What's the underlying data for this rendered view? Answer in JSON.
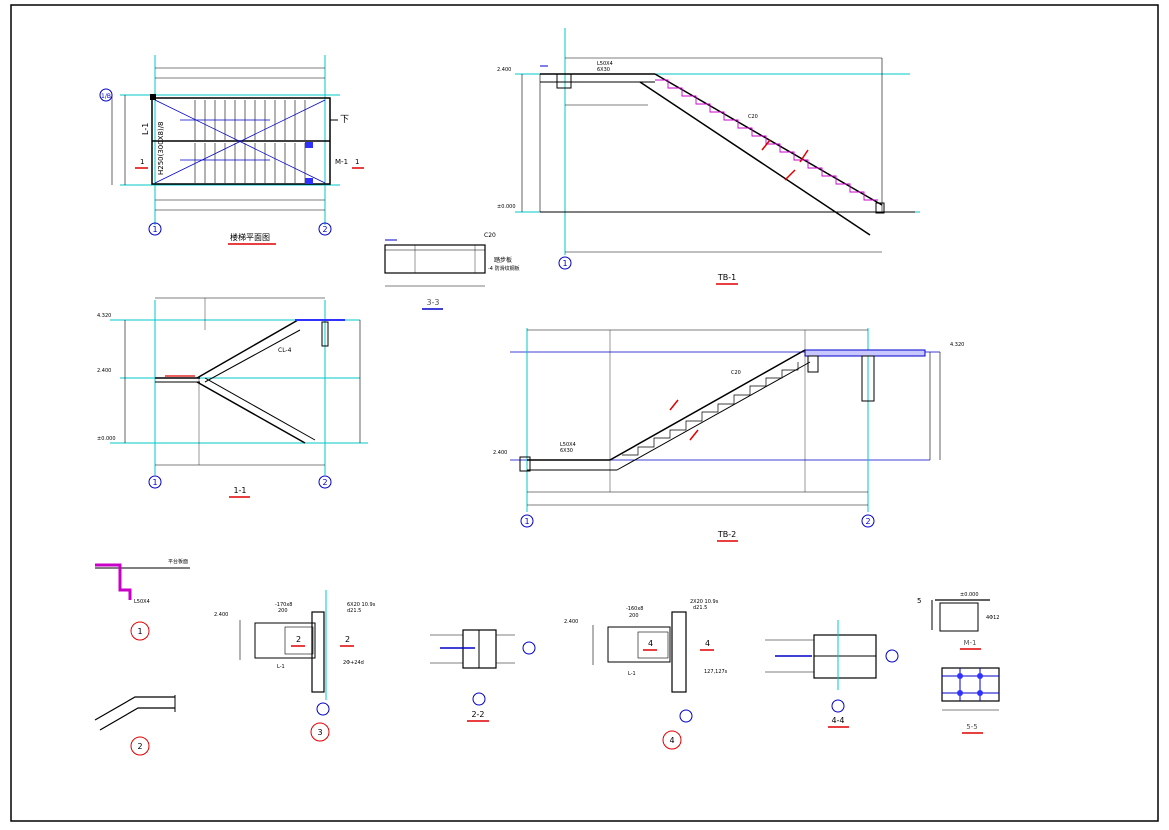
{
  "colors": {
    "line": "#000000",
    "dim": "#0000c8",
    "axis": "#00c8c8",
    "red": "#e00000",
    "magenta": "#c800c8",
    "fill": "#3030ff"
  },
  "plan": {
    "title": "楼梯平面图",
    "axis_left": "1",
    "axis_right": "2",
    "axis_top": "1/B",
    "beam_label": "L-1",
    "stair_label": "H250(300X8)/8",
    "down_label": "下",
    "marker_m": "M-1",
    "sec_left": "1",
    "sec_right": "1"
  },
  "section33": {
    "title": "3-3",
    "note1": "踏步板",
    "note2": "-4 防滑纹钢板",
    "tag": "C20"
  },
  "tb1": {
    "title": "TB-1",
    "axis": "1",
    "elev_top": "2.400",
    "elev_bottom": "±0.000",
    "tag1": "L50X4",
    "tag2": "6X30",
    "tag3": "C20"
  },
  "s11": {
    "title": "1-1",
    "axis_left": "1",
    "axis_right": "2",
    "elev_top": "4.320",
    "elev_mid": "2.400",
    "elev_bottom": "±0.000",
    "beam": "CL-4"
  },
  "tb2": {
    "title": "TB-2",
    "axis_left": "1",
    "axis_right": "2",
    "elev_left": "2.400",
    "elev_right": "4.320",
    "tag1": "L50X4",
    "tag2": "6X30",
    "tag3": "C20"
  },
  "details": {
    "d1_note": "平台板面",
    "d1_tag": "L50X4",
    "d1_num": "1",
    "d2_num": "2",
    "d3_num": "3",
    "d4_num": "4",
    "d3_elev": "2.400",
    "d3_tag_a": "-170x8",
    "d3_tag_b": "200",
    "d3_tag_c": "6X20 10.9s",
    "d3_tag_d": "d21.5",
    "d3_beam": "L-1",
    "d3_sec": "2",
    "d3_bolt": "2Φ+24d",
    "s22_title": "2-2",
    "d4_elev": "2.400",
    "d4_tag_a": "-160x8",
    "d4_tag_b": "200",
    "d4_tag_c": "2X20 10.9s",
    "d4_tag_d": "d21.5",
    "d4_beam": "L-1",
    "d4_sec": "4",
    "d4_bolt": "127,127s",
    "s44_title": "4-4",
    "m1_elev": "±0.000",
    "m1_title": "M-1",
    "m1_sec": "5",
    "m1_tag": "4Φ12",
    "s55_title": "5-5"
  }
}
